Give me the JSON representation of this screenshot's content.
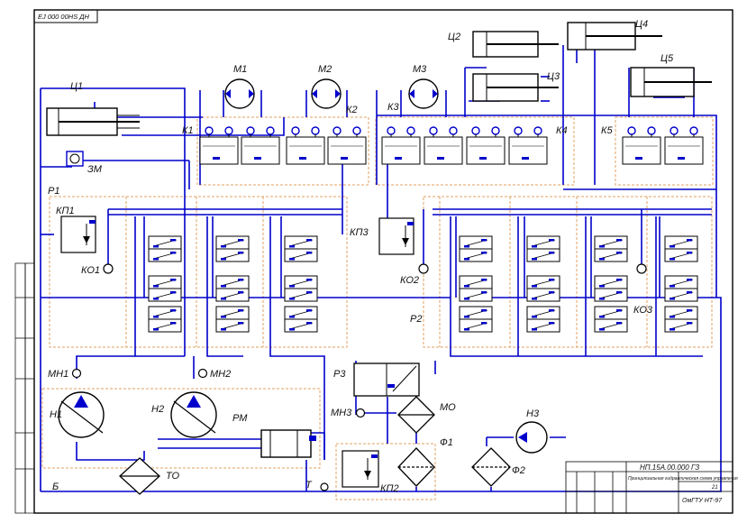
{
  "drawing_code_top": "ЕЈ 000 00НЅ ДН",
  "title_block": {
    "designation": "НП.15А.00.000 ГЗ",
    "name": "Принципиальная гидравлическая схема управления",
    "sheet": "21",
    "org": "ОмГТУ НТ-97"
  },
  "colors": {
    "pressure_line": "#0000cc",
    "drain_line": "#0000cc",
    "frame": "#000000",
    "assembly_outline": "#e0a060"
  },
  "cylinders": [
    "Ц1",
    "Ц2",
    "Ц3",
    "Ц4",
    "Ц5"
  ],
  "motors": [
    "М1",
    "М2",
    "М3"
  ],
  "lock_blocks": [
    "К1",
    "К2",
    "К3",
    "К4",
    "К5"
  ],
  "distributors": [
    "Р1",
    "Р2",
    "Р3"
  ],
  "relief_valves": [
    "КП1",
    "КП2",
    "КП3"
  ],
  "check_valves": [
    "КО1",
    "КО2",
    "КО3"
  ],
  "pumps": [
    "Н1",
    "Н2",
    "Н3"
  ],
  "gauges": [
    "МН1",
    "МН2",
    "МН3"
  ],
  "filters": [
    "Ф1",
    "Ф2"
  ],
  "other": {
    "hydrolock": "ЗМ",
    "cooler": "ТО",
    "gearbox": "РМ",
    "oil_cooler": "МО",
    "tank": "Б",
    "tank_port": "Т"
  }
}
